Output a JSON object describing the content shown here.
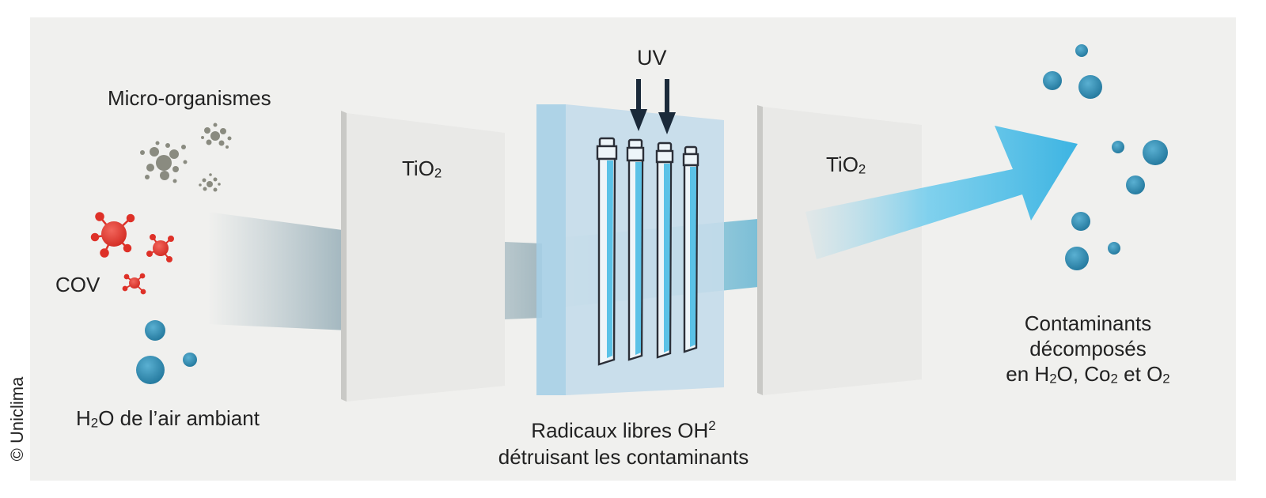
{
  "credit": "© Uniclima",
  "labels": {
    "micro_organisms": "Micro-organismes",
    "voc": "COV",
    "ambient_water": {
      "a": "H",
      "sub": "2",
      "b": "O de l’air ambiant"
    },
    "filter_left": {
      "a": "TiO",
      "sub": "2"
    },
    "filter_right": {
      "a": "TiO",
      "sub": "2"
    },
    "uv": "UV",
    "radicals": {
      "a": "Radicaux libres OH",
      "sup": "2",
      "line2": "détruisant les contaminants"
    },
    "decomposed": {
      "line1": "Contaminants",
      "line2": "décomposés",
      "line3": {
        "a": "en H",
        "s1": "2",
        "b": "O, Co",
        "s2": "2",
        "c": " et O",
        "s3": "2"
      }
    }
  },
  "colors": {
    "background_panel": "#f0f0ee",
    "micro_organism": "#8c8c82",
    "voc": "#e03a32",
    "water_droplet": "#2f86ac",
    "uv_tube": "#5bc2e7",
    "airflow": "#a9bcc4",
    "arrow": "#4cb9e2",
    "uv_arrow": "#1b2a3a"
  },
  "icons": [
    "micro-organism-cluster-icon",
    "voc-molecule-icon",
    "water-droplet-icon",
    "uv-lamp-tube-icon",
    "uv-arrow-icon",
    "airflow-arrow-icon"
  ]
}
